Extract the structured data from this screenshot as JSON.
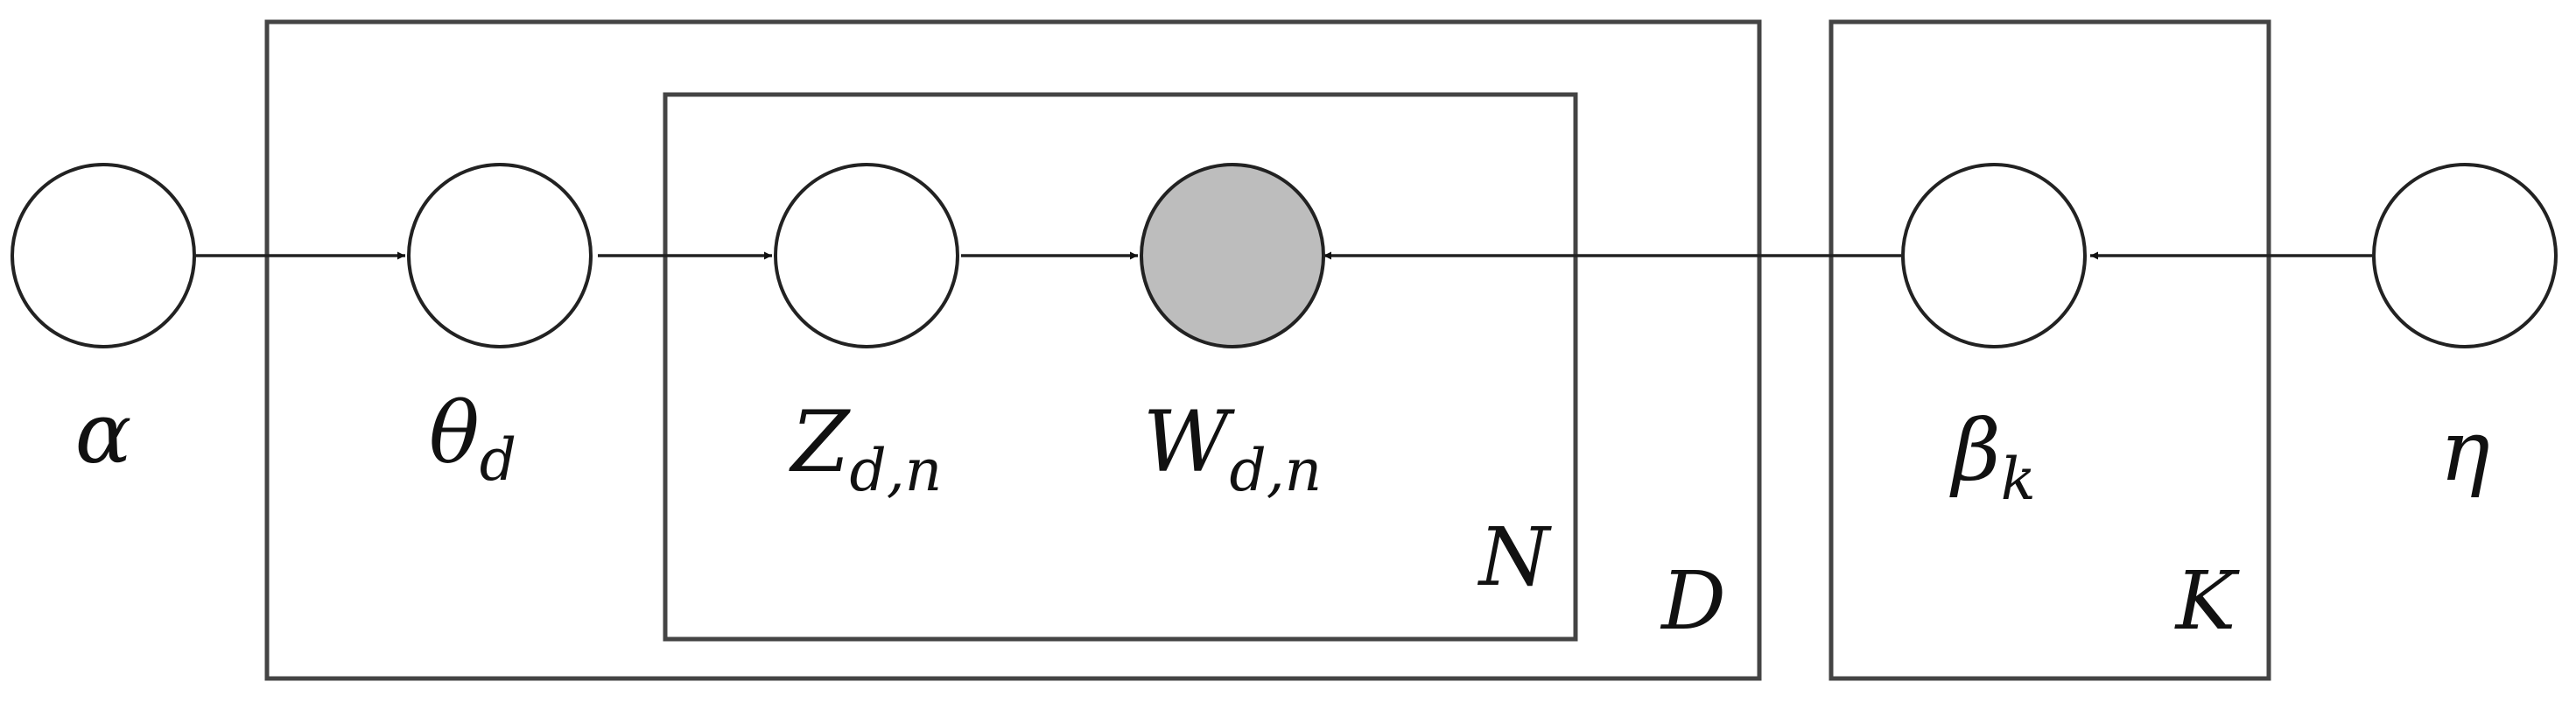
{
  "nodes": {
    "alpha": {
      "symbol": "α",
      "subscript": "",
      "observed": false
    },
    "theta": {
      "symbol": "θ",
      "subscript": "d",
      "observed": false
    },
    "z": {
      "symbol": "Z",
      "subscript": "d,n",
      "observed": false
    },
    "w": {
      "symbol": "W",
      "subscript": "d,n",
      "observed": true
    },
    "beta": {
      "symbol": "β",
      "subscript": "k",
      "observed": false
    },
    "eta": {
      "symbol": "η",
      "subscript": "",
      "observed": false
    }
  },
  "plates": {
    "words": {
      "label": "N"
    },
    "documents": {
      "label": "D"
    },
    "topics": {
      "label": "K"
    }
  },
  "edges": [
    {
      "from": "alpha",
      "to": "theta"
    },
    {
      "from": "theta",
      "to": "z"
    },
    {
      "from": "z",
      "to": "w"
    },
    {
      "from": "beta",
      "to": "w"
    },
    {
      "from": "eta",
      "to": "beta"
    }
  ],
  "colors": {
    "observed_fill": "#bdbdbd",
    "line": "#222222"
  }
}
